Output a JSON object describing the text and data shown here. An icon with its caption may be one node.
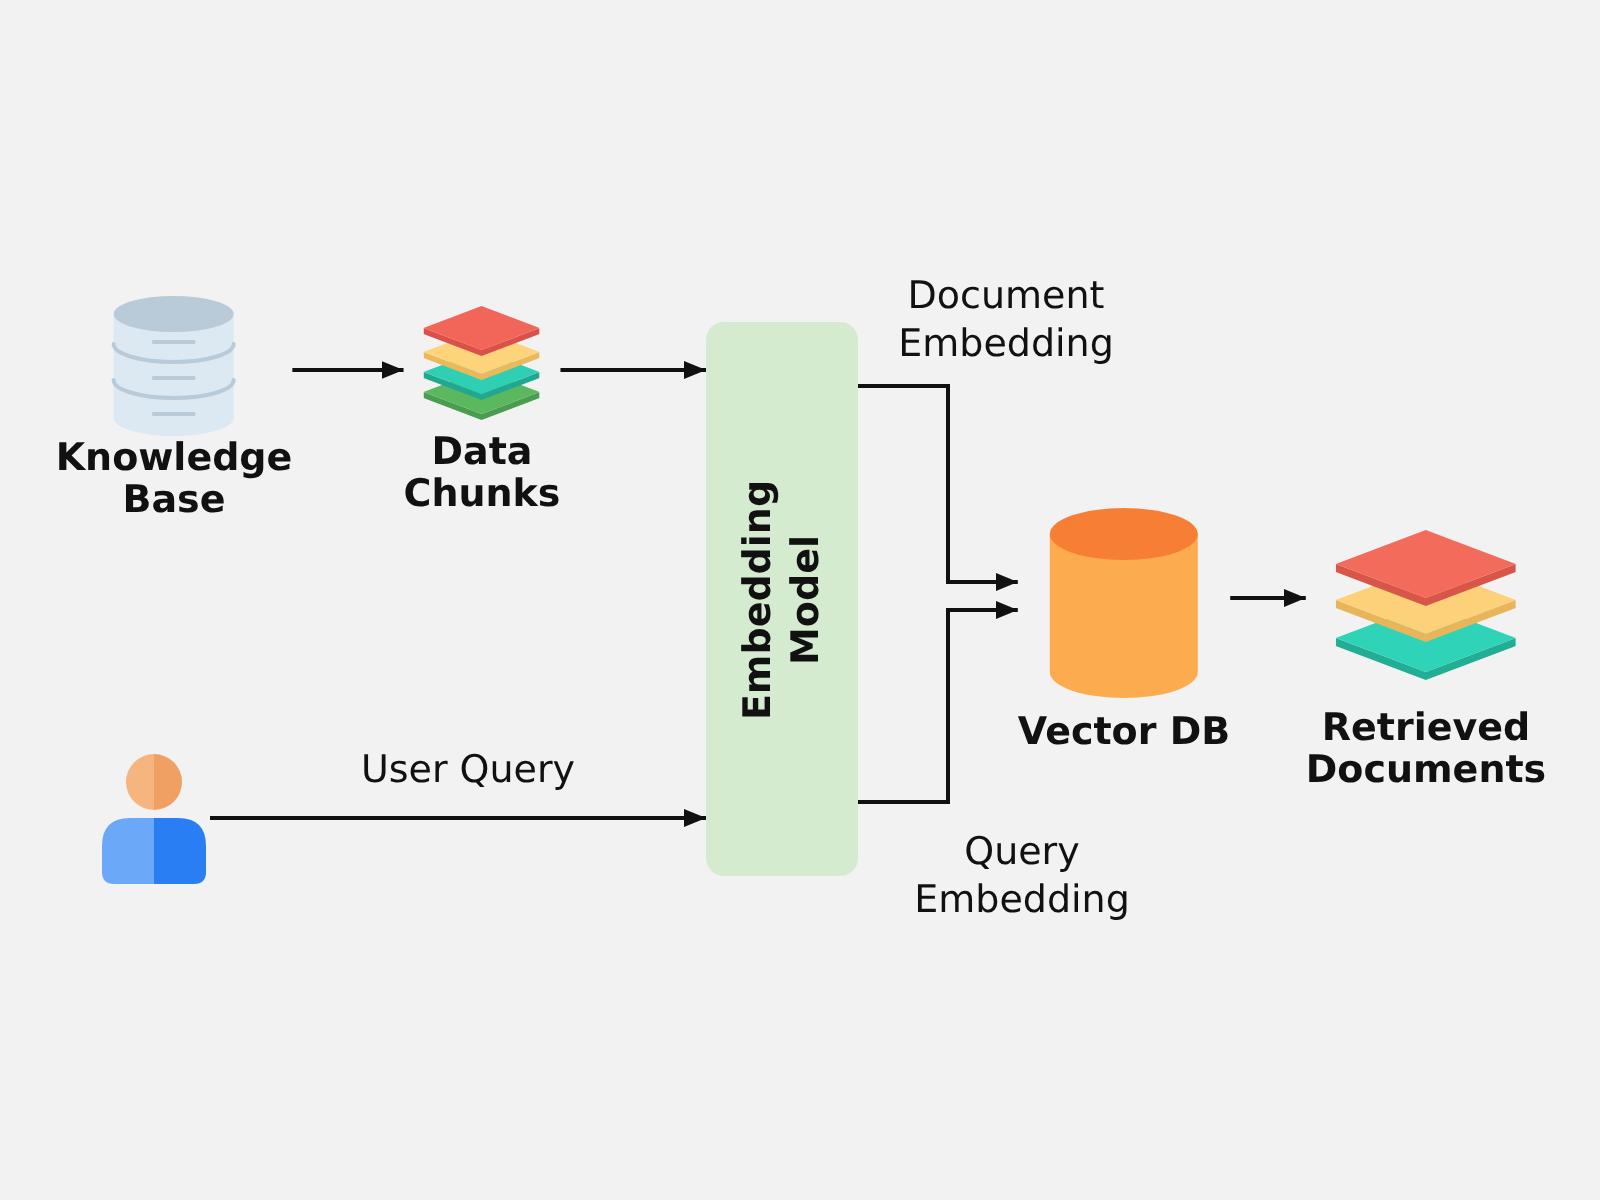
{
  "diagram": {
    "nodes": [
      {
        "text": [
          "Knowledge Base"
        ]
      },
      {
        "text": [
          "Data Chunks"
        ]
      },
      {
        "text": [
          "Embedding Model"
        ]
      },
      {
        "text": [
          "Vector DB"
        ]
      },
      {
        "text": [
          "Retrieved Documents"
        ]
      },
      {
        "text": [],
        "shape": "person"
      }
    ],
    "edges": [
      {
        "from": 0,
        "to": 1,
        "arrow": "to"
      },
      {
        "from": 1,
        "to": 2,
        "arrow": "to"
      },
      {
        "from": 5,
        "to": 2,
        "arrow": "to",
        "label": "User Query"
      },
      {
        "from": 2,
        "to": 3,
        "arrow": "to",
        "label": "Document Embedding"
      },
      {
        "from": 2,
        "to": 3,
        "arrow": "to",
        "label": "Query Embedding"
      },
      {
        "from": 3,
        "to": 4,
        "arrow": "to"
      }
    ]
  }
}
